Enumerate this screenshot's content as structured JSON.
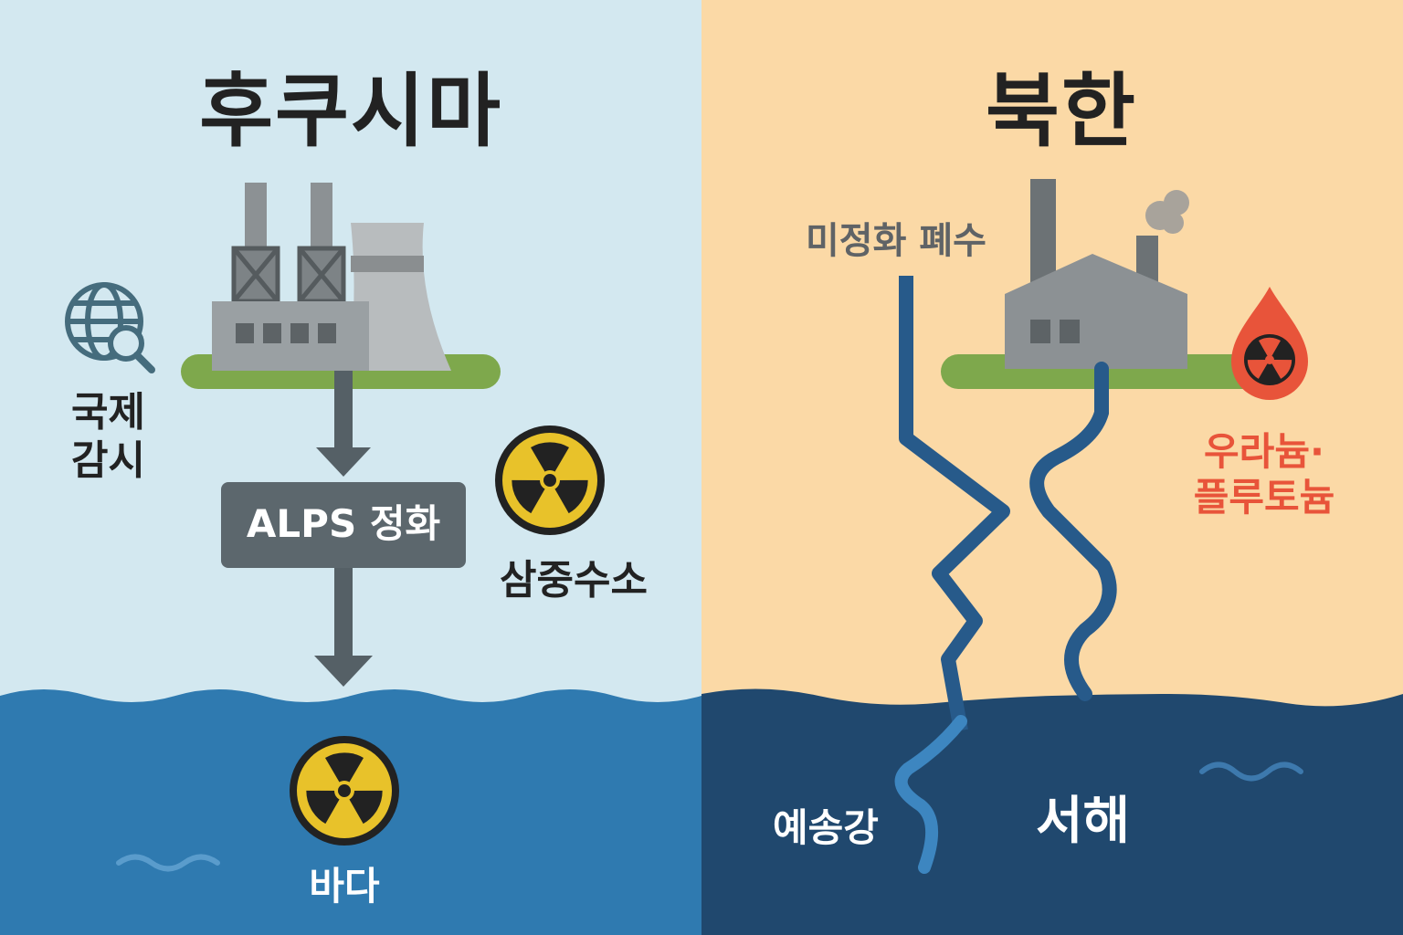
{
  "left": {
    "title": "후쿠시마",
    "monitor_label_line1": "국제",
    "monitor_label_line2": "감시",
    "process_label": "ALPS 정화",
    "isotope_label": "삼중수소",
    "destination_label": "바다",
    "colors": {
      "sky": "#d3e8f0",
      "sea": "#2f7ab0",
      "arrow": "#556066",
      "grass": "#7ea84c",
      "radiation": "#e8c22a"
    },
    "icons": [
      "factory-icon",
      "cooling-tower-icon",
      "globe-search-icon",
      "radiation-icon",
      "wave-icon"
    ]
  },
  "right": {
    "title": "북한",
    "wastewater_label": "미정화 폐수",
    "material_label_line1": "우라늄·",
    "material_label_line2": "플루토늄",
    "river_label": "예송강",
    "sea_label": "서해",
    "colors": {
      "sky": "#fbd9a6",
      "sea": "#20486e",
      "river": "#275a8a",
      "grass": "#7ea84c",
      "warning": "#e8543a"
    },
    "icons": [
      "factory-icon",
      "smoke-icon",
      "radiation-drop-icon",
      "wave-icon"
    ]
  }
}
